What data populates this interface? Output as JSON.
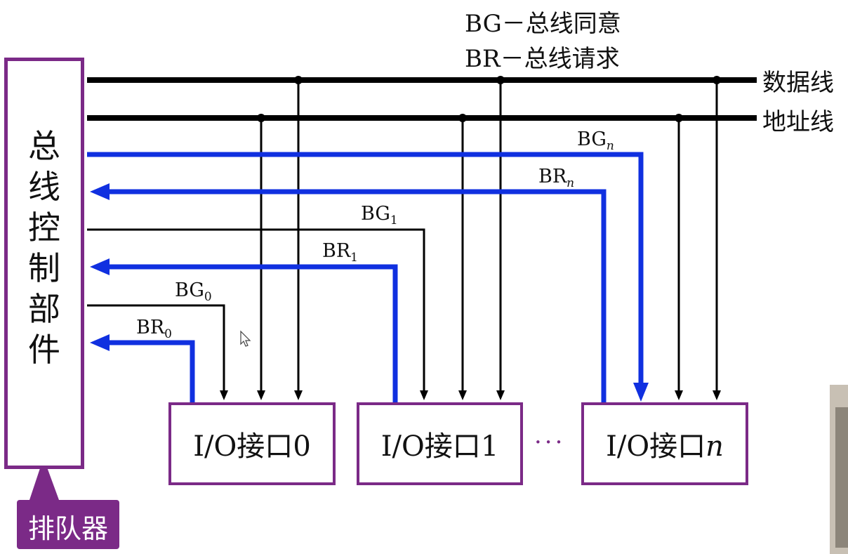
{
  "legend": {
    "bg": "BG－总线同意",
    "br": "BR－总线请求"
  },
  "buses": {
    "data": "数据线",
    "address": "地址线"
  },
  "controller": {
    "chars": [
      "总",
      "线",
      "控",
      "制",
      "部",
      "件"
    ]
  },
  "callout": {
    "label": "排队器"
  },
  "io_interfaces": [
    {
      "prefix": "I/O接口",
      "index": "0"
    },
    {
      "prefix": "I/O接口",
      "index": "1"
    },
    {
      "prefix": "I/O接口",
      "index": "n"
    }
  ],
  "ellipsis": "···",
  "signals": {
    "bgn": {
      "base": "BG",
      "sub": "n"
    },
    "brn": {
      "base": "BR",
      "sub": "n"
    },
    "bg1": {
      "base": "BG",
      "sub": "1"
    },
    "br1": {
      "base": "BR",
      "sub": "1"
    },
    "bg0": {
      "base": "BG",
      "sub": "0"
    },
    "br0": {
      "base": "BR",
      "sub": "0"
    }
  },
  "colors": {
    "bus_black": "#000000",
    "request_blue": "#1030e0",
    "frame_purple": "#7b2a87"
  }
}
